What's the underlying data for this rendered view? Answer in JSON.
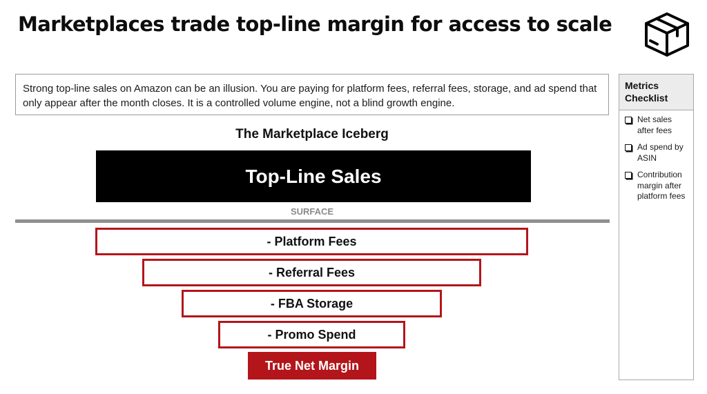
{
  "title": "Marketplaces trade top-line margin for access to scale",
  "header_icon": "package-box-icon",
  "intro": "Strong top-line sales on Amazon can be an illusion. You are paying for platform fees, referral fees, storage, and ad spend that only appear after the month closes. It is a controlled volume engine, not a blind growth engine.",
  "diagram": {
    "title": "The Marketplace Iceberg",
    "top_label": "Top-Line Sales",
    "surface_label": "SURFACE",
    "layers": [
      "- Platform Fees",
      "- Referral Fees",
      "- FBA Storage",
      "- Promo Spend"
    ],
    "bottom_label": "True Net Margin"
  },
  "checklist": {
    "title": "Metrics Checklist",
    "items": [
      "Net sales after fees",
      "Ad spend by ASIN",
      "Contribution margin after platform fees"
    ]
  },
  "colors": {
    "accent_red": "#b3151b",
    "top_band": "#000000",
    "surface_line": "#8f8f8f",
    "checklist_header_bg": "#ececec"
  }
}
